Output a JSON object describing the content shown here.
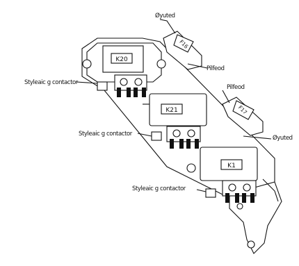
{
  "diagram": {
    "labels": {
      "top_right": "Øyuted",
      "mid_right": "Øyuted",
      "fuse_label_1": "Pilfeod",
      "fuse_label_2": "Pilfeod",
      "contactor_label_1": "Styleaic g contactor",
      "contactor_label_2": "Styleaic g contactor",
      "contactor_label_3": "Styleaic g contactor"
    },
    "relays": [
      {
        "id": "K20"
      },
      {
        "id": "K21"
      },
      {
        "id": "K1"
      }
    ],
    "fuses": [
      {
        "id": "F16"
      },
      {
        "id": "F17"
      }
    ]
  }
}
